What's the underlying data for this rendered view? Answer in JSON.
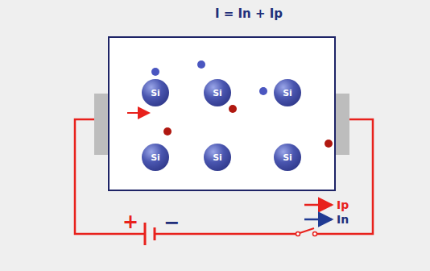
{
  "diagram": {
    "title": "I = In + Ip",
    "nodes": [
      {
        "text": [
          "Si"
        ]
      },
      {
        "text": [
          "Si"
        ]
      },
      {
        "text": [
          "Si"
        ]
      },
      {
        "text": [
          "Si"
        ]
      },
      {
        "text": [
          "Si"
        ]
      },
      {
        "text": [
          "Si"
        ]
      }
    ],
    "labels": [
      "+",
      "−"
    ],
    "legend": [
      {
        "text": "Ip"
      },
      {
        "text": "In"
      }
    ]
  }
}
